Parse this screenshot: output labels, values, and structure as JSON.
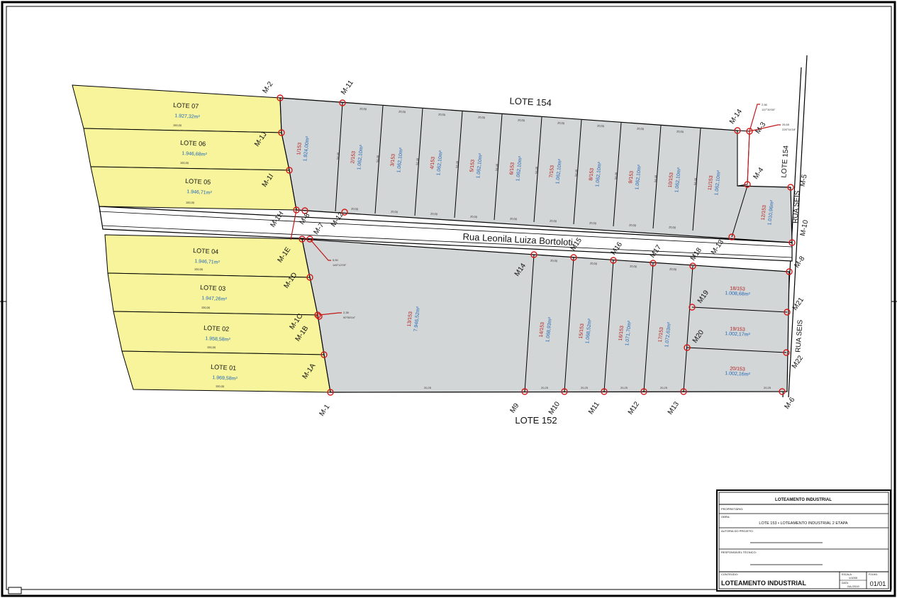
{
  "labels": {
    "lote154_top": "LOTE 154",
    "lote154_side": "LOTE 154",
    "lote152": "LOTE 152",
    "rua_leonila": "Rua Leonila Luiza Bortoloti",
    "rua_seis_top": "RUA SEIS",
    "rua_seis_bottom": "RUA SEIS"
  },
  "yellow_lots": [
    {
      "name": "LOTE 07",
      "area": "1.927,32m²"
    },
    {
      "name": "LOTE 06",
      "area": "1.946,68m²"
    },
    {
      "name": "LOTE 05",
      "area": "1.946,71m²"
    },
    {
      "name": "LOTE 04",
      "area": "1.946,71m²"
    },
    {
      "name": "LOTE 03",
      "area": "1.947,26m²"
    },
    {
      "name": "LOTE 02",
      "area": "1.958,58m²"
    },
    {
      "name": "LOTE 01",
      "area": "1.969,58m²"
    }
  ],
  "north_lots": [
    {
      "num": "1/153",
      "area": "1.924,00m²"
    },
    {
      "num": "2/153",
      "area": "1.062,10m²"
    },
    {
      "num": "3/153",
      "area": "1.062,10m²"
    },
    {
      "num": "4/153",
      "area": "1.062,10m²"
    },
    {
      "num": "5/153",
      "area": "1.062,10m²"
    },
    {
      "num": "6/153",
      "area": "1.062,10m²"
    },
    {
      "num": "7/153",
      "area": "1.062,10m²"
    },
    {
      "num": "8/153",
      "area": "1.062,10m²"
    },
    {
      "num": "9/153",
      "area": "1.062,10m²"
    },
    {
      "num": "10/153",
      "area": "1.062,10m²"
    },
    {
      "num": "11/153",
      "area": "1.062,10m²"
    },
    {
      "num": "12/153",
      "area": "1.010,96m²"
    }
  ],
  "south_lots": [
    {
      "num": "13/153",
      "area": "7.946,52m²"
    },
    {
      "num": "14/153",
      "area": "1.068,93m²"
    },
    {
      "num": "15/153",
      "area": "1.068,52m²"
    },
    {
      "num": "16/153",
      "area": "1.071,70m²"
    },
    {
      "num": "17/153",
      "area": "1.072,63m²"
    },
    {
      "num": "18/153",
      "area": "1.008,68m²"
    },
    {
      "num": "19/153",
      "area": "1.002,17m²"
    },
    {
      "num": "20/153",
      "area": "1.002,16m²"
    }
  ],
  "markers": {
    "m2": "M-2",
    "m11": "M-11",
    "m14": "M-14",
    "m3": "M-3",
    "m4": "M-4",
    "m5": "M-5",
    "m1j": "M-1J",
    "m1i": "M-1I",
    "m1h": "M-1H",
    "m8t": "M-8",
    "m12": "M-12",
    "m10": "M-10",
    "m13t": "M-13",
    "m7": "M-7",
    "m1e": "M-1E",
    "m1d": "M-1D",
    "m1c": "M-1C",
    "m1b": "M-1B",
    "m1a": "M-1A",
    "m1": "M-1",
    "m14b": "M14",
    "m15": "M15",
    "m16": "M16",
    "m17": "M17",
    "m18": "M18",
    "m8b": "M-8",
    "m19": "M19",
    "m20": "M20",
    "m21": "M21",
    "m22": "M22",
    "m9": "M9",
    "m10b": "M10",
    "m11b": "M11",
    "m12b": "M12",
    "m13b": "M13",
    "m6": "M-6"
  },
  "dims": {
    "d2000": "20,00",
    "d2100": "21,00",
    "d100": "100,00",
    "d95": "95,00",
    "d2023": "20,23",
    "d2025": "20,25",
    "d5440": "54,40",
    "d5400": "54,00",
    "a1": "2,56",
    "a1b": "137°30'50\"",
    "a2": "26,65",
    "a2b": "226°34'18\"",
    "a3": "5,50",
    "a3b": "146°12'09\"",
    "a4": "2,38",
    "a4b": "90°55'04\""
  },
  "title_block": {
    "header": "LOTEAMENTO INDUSTRIAL",
    "row1_label": "PROPRIETÁRIO:",
    "row2_label": "OBRA:",
    "row2_value": "LOTE 153 • LOTEAMENTO INDUSTRIAL 2 ETAPA",
    "row3_label": "AUTORIA DO PROJETO:",
    "row4_label": "RESPONSÁVEL TÉCNICO:",
    "bottom_label": "CONTEÚDO:",
    "bottom_title": "LOTEAMENTO INDUSTRIAL",
    "escala_label": "ESCALA:",
    "escala": "1/1000",
    "data_label": "DATA:",
    "data": "JUL/2019",
    "folha_label": "FOLHA:",
    "folha": "01/01"
  }
}
